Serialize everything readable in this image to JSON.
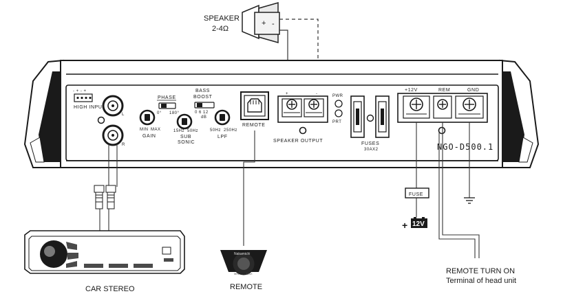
{
  "speaker": {
    "label": "SPEAKER",
    "impedance": "2-4Ω",
    "plus": "+",
    "minus": "-"
  },
  "amp": {
    "high_input": "HIGH INPUT",
    "high_input_pins": "- + - +",
    "phase": "PHASE",
    "phase_0": "0°",
    "phase_180": "180°",
    "bass_boost_l1": "BASS",
    "bass_boost_l2": "BOOST",
    "bass_boost_steps": "0 6 12",
    "bass_boost_unit": "dB",
    "gain": "GAIN",
    "gain_min": "MIN",
    "gain_max": "MAX",
    "subsonic_l1": "SUB",
    "subsonic_l2": "SONIC",
    "subsonic_min": "15Hz",
    "subsonic_max": "50Hz",
    "lpf": "LPF",
    "lpf_min": "50Hz",
    "lpf_max": "250Hz",
    "remote": "REMOTE",
    "speaker_output": "SPEAKER OUTPUT",
    "out_plus": "+",
    "out_minus": "-",
    "pwr": "PWR",
    "prt": "PRT",
    "fuses": "FUSES",
    "fuses_rating": "30AX2",
    "terminal_12v": "+12V",
    "terminal_rem": "REM",
    "terminal_gnd": "GND",
    "model": "NGO-D500.1",
    "rca_l": "L",
    "rca_r": "R"
  },
  "fuse": {
    "label": "FUSE",
    "battery_plus": "+",
    "battery": "12V"
  },
  "labels": {
    "car_stereo": "CAR STEREO",
    "remote": "REMOTE",
    "remote_turn_on_l1": "REMOTE TURN ON",
    "remote_turn_on_l2": "Terminal of head unit"
  },
  "remote_knob": {
    "brand": "Nakamichi",
    "min": "MIN",
    "max": "MAX"
  }
}
